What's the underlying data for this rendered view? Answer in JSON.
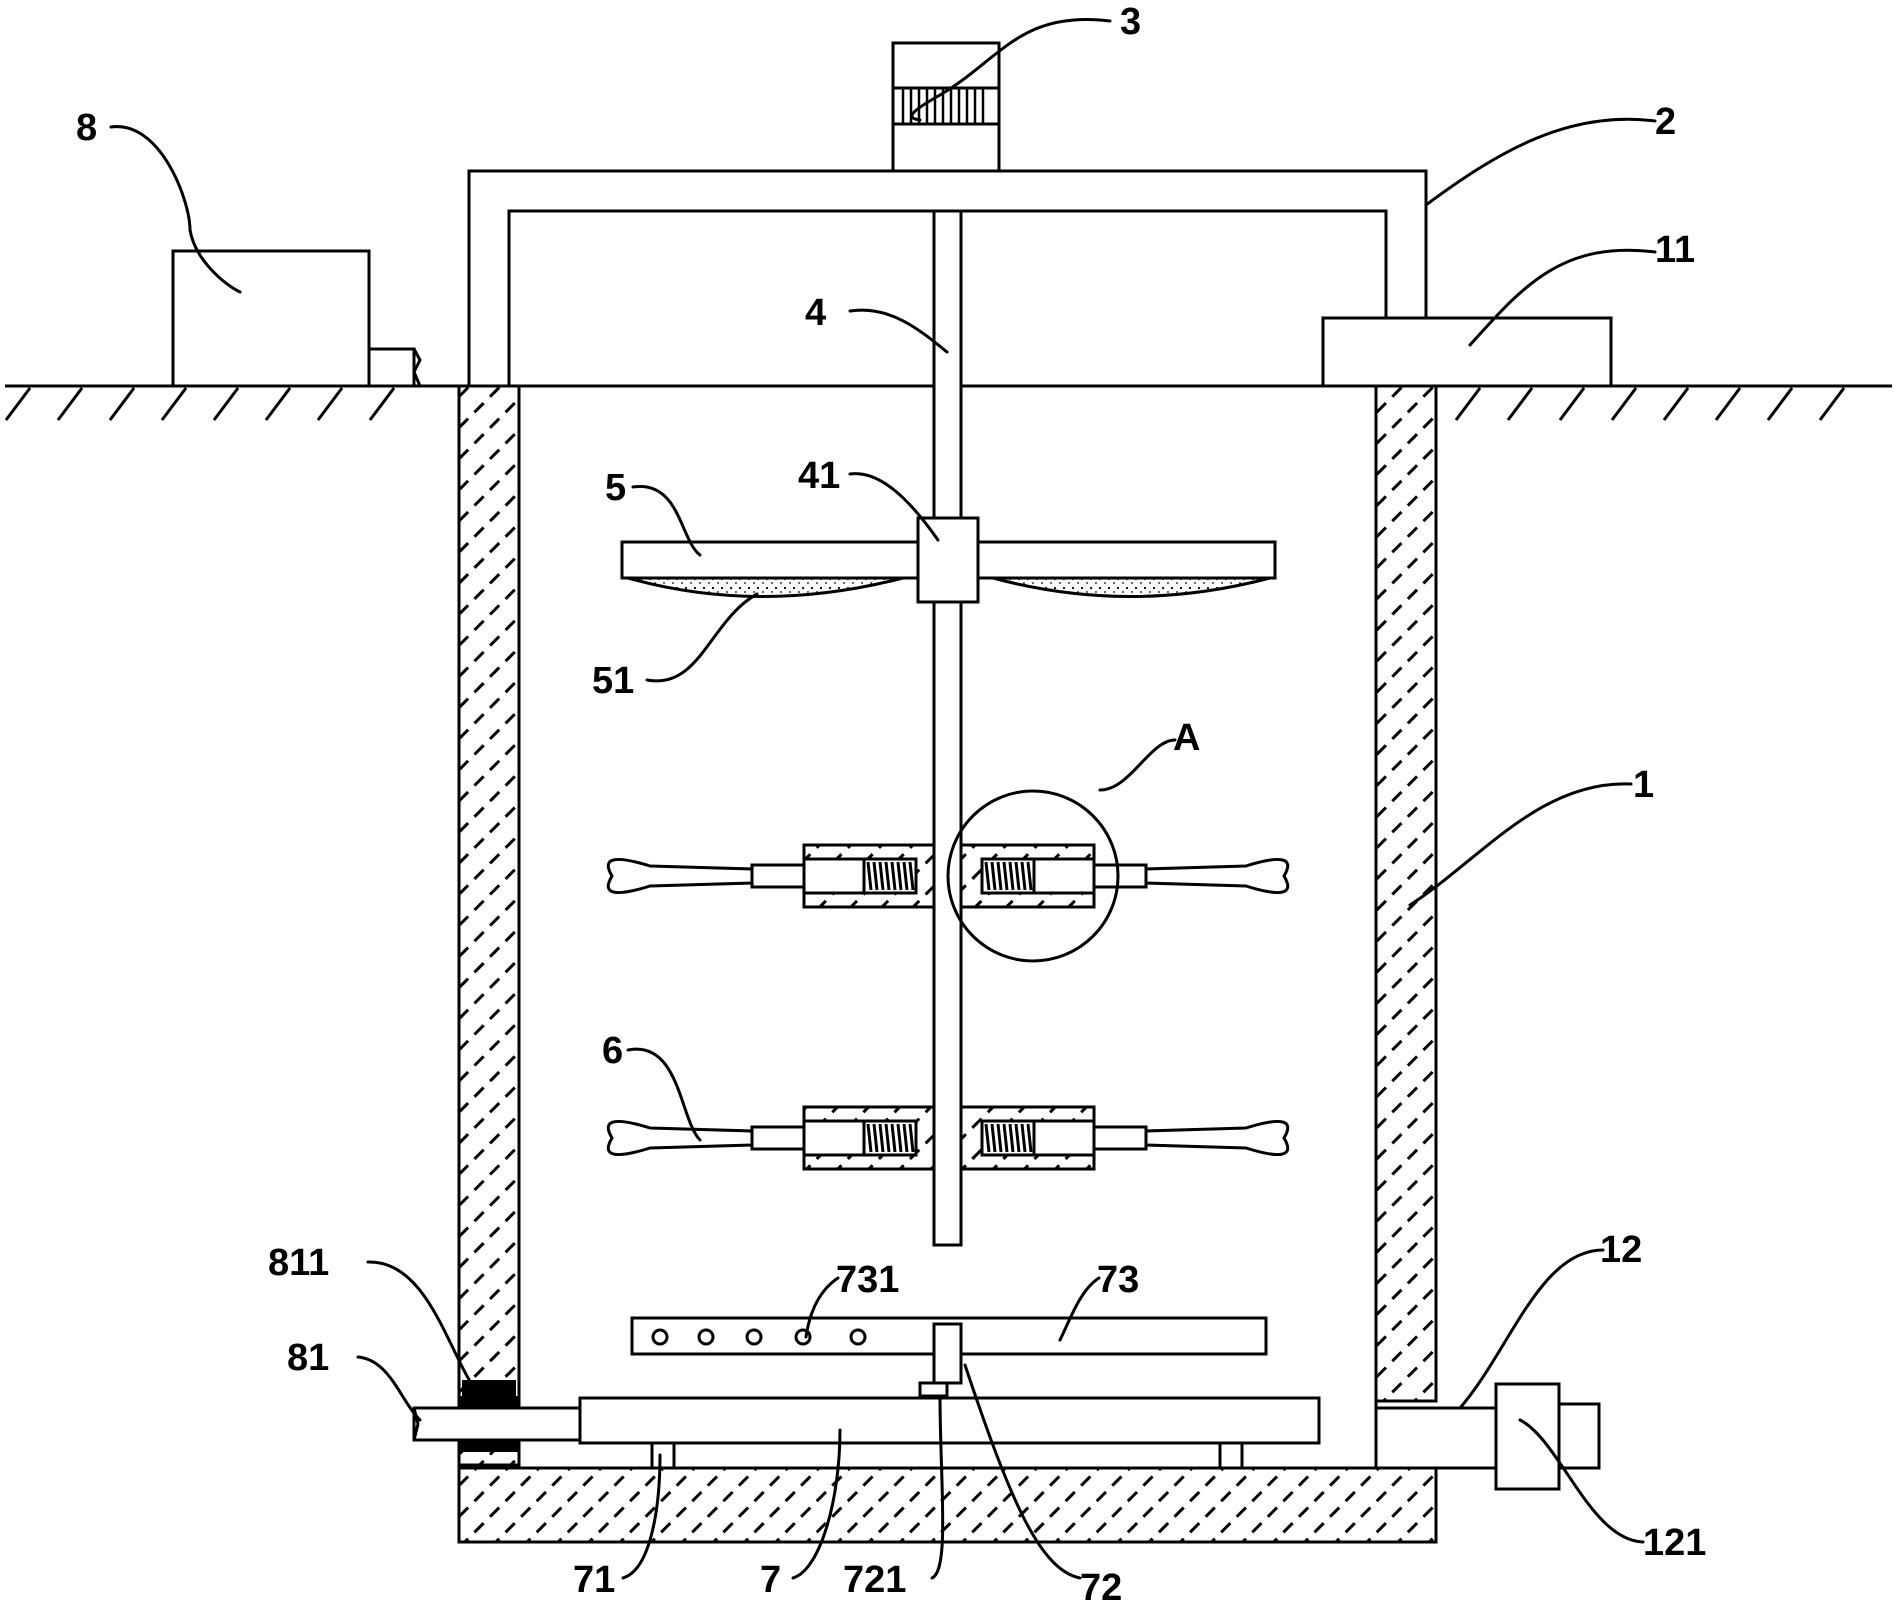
{
  "labels": {
    "l1": "1",
    "l2": "2",
    "l3": "3",
    "l4": "4",
    "l41": "41",
    "l5": "5",
    "l51": "51",
    "l6": "6",
    "l7": "7",
    "l71": "71",
    "l72": "72",
    "l721": "721",
    "l73": "73",
    "l731": "731",
    "l8": "8",
    "l81": "81",
    "l811": "811",
    "l11": "11",
    "l12": "12",
    "l121": "121",
    "lA": "A"
  }
}
